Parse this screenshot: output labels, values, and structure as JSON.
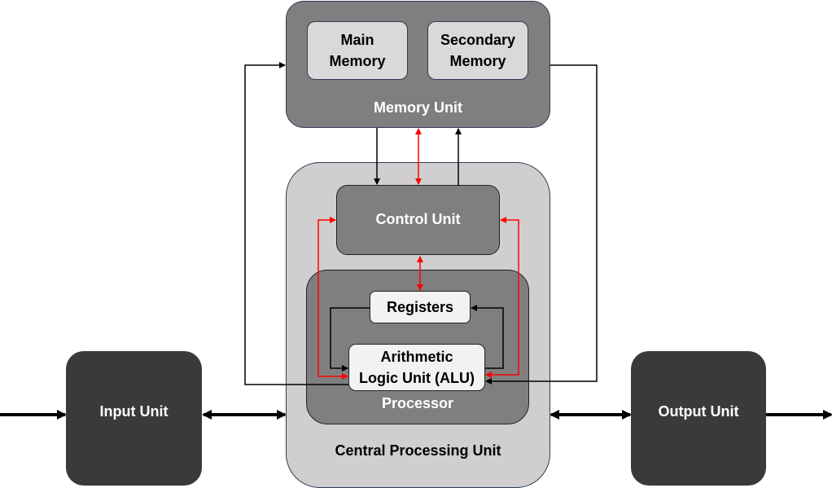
{
  "memory_unit": {
    "label": "Memory Unit",
    "main_memory": "Main\nMemory",
    "secondary_memory": "Secondary\nMemory"
  },
  "cpu": {
    "label": "Central Processing Unit"
  },
  "control_unit": {
    "label": "Control Unit"
  },
  "processor": {
    "label": "Processor",
    "registers": "Registers",
    "alu": "Arithmetic\nLogic Unit (ALU)"
  },
  "input_unit": {
    "label": "Input Unit"
  },
  "output_unit": {
    "label": "Output Unit"
  },
  "colors": {
    "dark_box": "#3a3a3a",
    "gray_box": "#7f7f7f",
    "cpu_fill": "#d0cece",
    "light_box": "#f2f2f2",
    "memory_box": "#d9d9d9",
    "red_arrow": "#ff0000"
  }
}
